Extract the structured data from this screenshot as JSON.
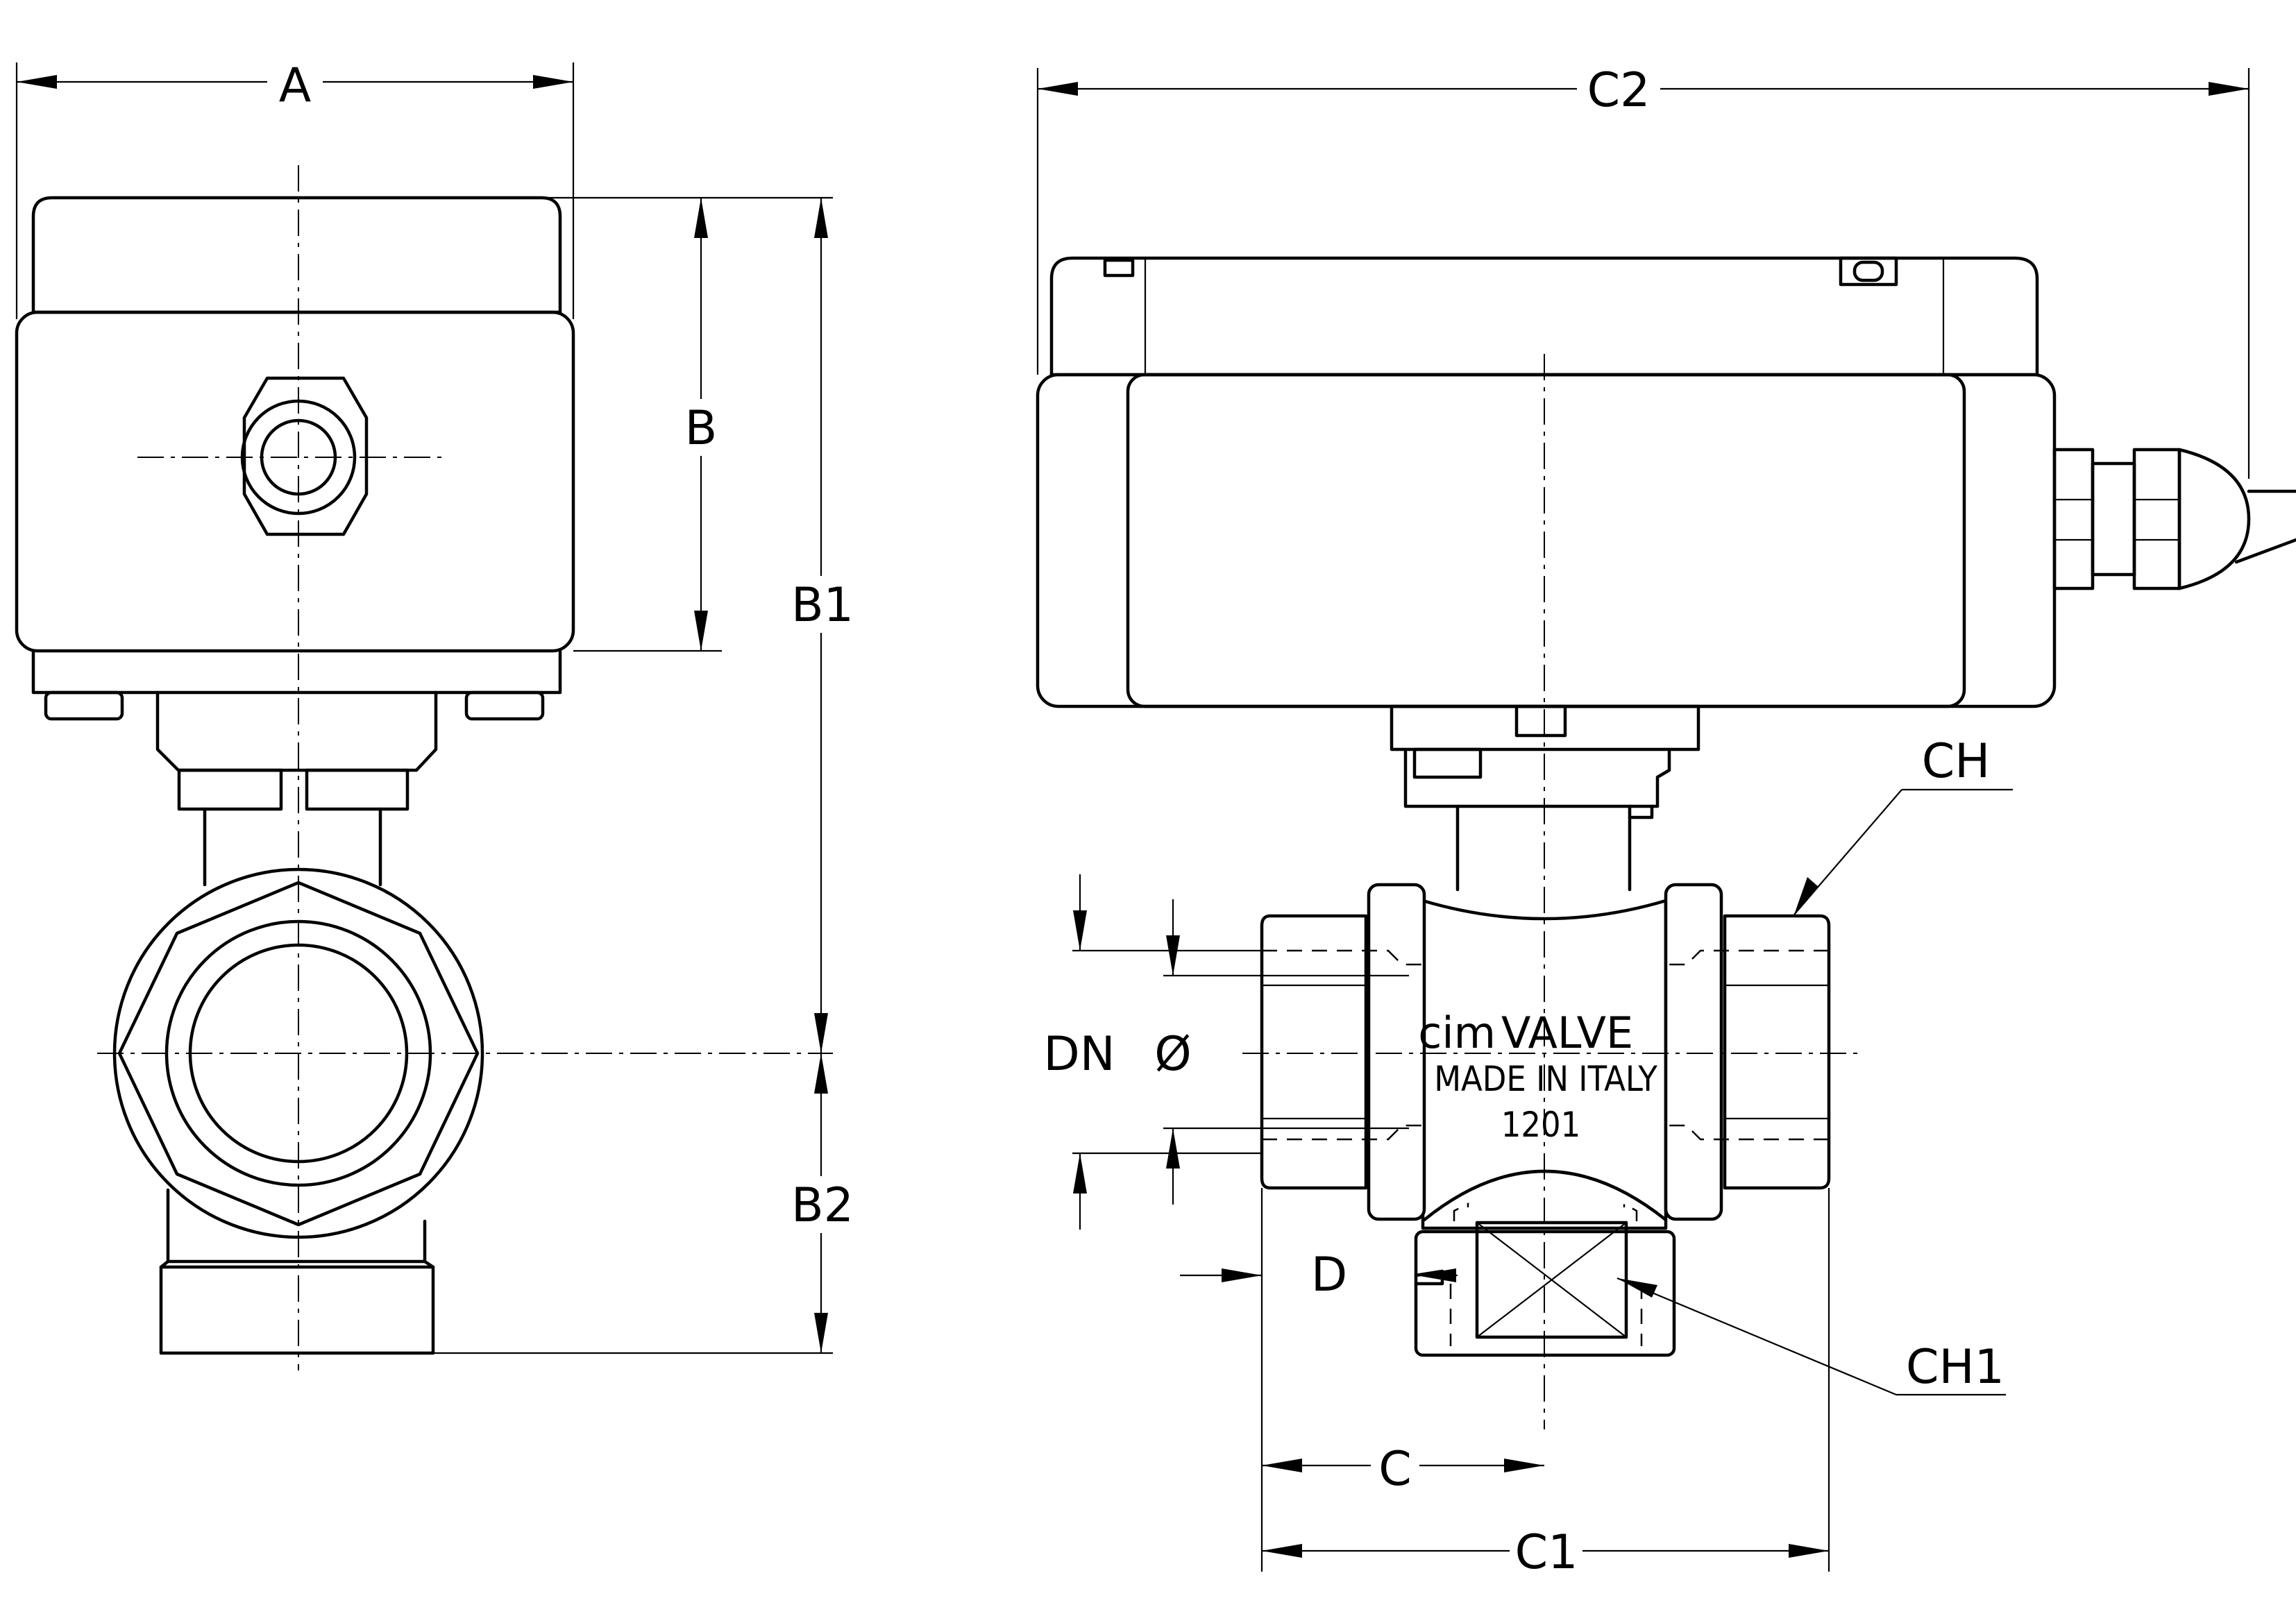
{
  "dimensions": {
    "A": "A",
    "B": "B",
    "B1": "B1",
    "B2": "B2",
    "C": "C",
    "C1": "C1",
    "C2": "C2",
    "CH": "CH",
    "CH1": "CH1",
    "D": "D",
    "DN": "DN",
    "diameter": "Ø"
  },
  "body_marking": {
    "brand_logo": "cim",
    "brand": "VALVE",
    "origin": "MADE IN ITALY",
    "code": "1201"
  }
}
